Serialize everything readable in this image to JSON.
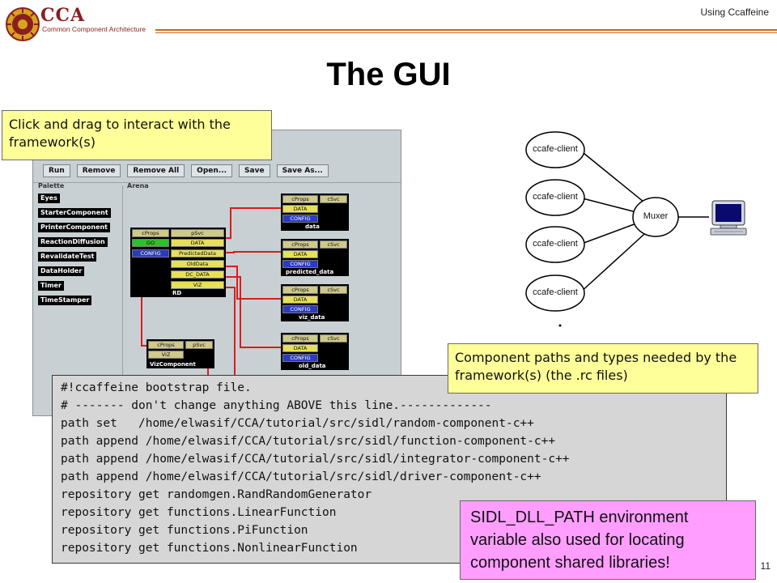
{
  "header": {
    "logo_text": "CCA",
    "logo_subtitle": "Common Component Architecture",
    "topic": "Using Ccaffeine"
  },
  "title": "The GUI",
  "page_number": "11",
  "gui": {
    "toolbar": [
      "Run",
      "Remove",
      "Remove All",
      "Open...",
      "Save",
      "Save As..."
    ],
    "palette_label": "Palette",
    "arena_label": "Arena",
    "palette_items": [
      "Eyes",
      "StarterComponent",
      "PrinterComponent",
      "ReactionDiffusion",
      "RevalidateTest",
      "DataHolder",
      "Timer",
      "TimeStamper"
    ],
    "components": {
      "rd": {
        "uses": "cProps",
        "provides": "pSvc",
        "left_ports": [
          "GO",
          "CONFIG"
        ],
        "right_ports": [
          "DATA",
          "PredictedData",
          "OldData",
          "DC_DATA",
          "VIZ"
        ],
        "name": "RD"
      },
      "data": {
        "uses": "cProps",
        "provides": "cSvc",
        "ports": [
          "DATA",
          "CONFIG"
        ],
        "name": "data"
      },
      "predicted": {
        "uses": "cProps",
        "provides": "cSvc",
        "ports": [
          "DATA",
          "CONFIG"
        ],
        "name": "predicted_data"
      },
      "viz_data": {
        "uses": "cProps",
        "provides": "cSvc",
        "ports": [
          "DATA",
          "CONFIG"
        ],
        "name": "viz_data"
      },
      "old_data": {
        "uses": "cProps",
        "provides": "cSvc",
        "ports": [
          "DATA",
          "CONFIG"
        ],
        "name": "old_data"
      },
      "viz": {
        "uses": "cProps",
        "provides": "pSvc",
        "ports": [
          "VIZ"
        ],
        "name": "VizComponent"
      }
    }
  },
  "diagram": {
    "clients": [
      "ccafe-client",
      "ccafe-client",
      "ccafe-client",
      "ccafe-client"
    ],
    "hub": "Muxer",
    "terminal_icon": "computer-terminal-icon"
  },
  "callouts": {
    "gui": "Click and drag to interact with the framework(s)",
    "rc": "Component paths and types needed by the framework(s) (the .rc files)",
    "sidl": "SIDL_DLL_PATH environment variable also used for locating component shared libraries!"
  },
  "rc_file": [
    "#!ccaffeine bootstrap file.",
    "# ------- don't change anything ABOVE this line.-------------",
    "path set   /home/elwasif/CCA/tutorial/src/sidl/random-component-c++",
    "path append /home/elwasif/CCA/tutorial/src/sidl/function-component-c++",
    "path append /home/elwasif/CCA/tutorial/src/sidl/integrator-component-c++",
    "path append /home/elwasif/CCA/tutorial/src/sidl/driver-component-c++",
    "repository get randomgen.RandRandomGenerator",
    "repository get functions.LinearFunction",
    "repository get functions.PiFunction",
    "repository get functions.NonlinearFunction"
  ],
  "colors": {
    "accent_rule": "#c76a1d",
    "logo": "#8a1f1f",
    "callout_yellow": "#ffff99",
    "callout_pink": "#ff9eff"
  }
}
